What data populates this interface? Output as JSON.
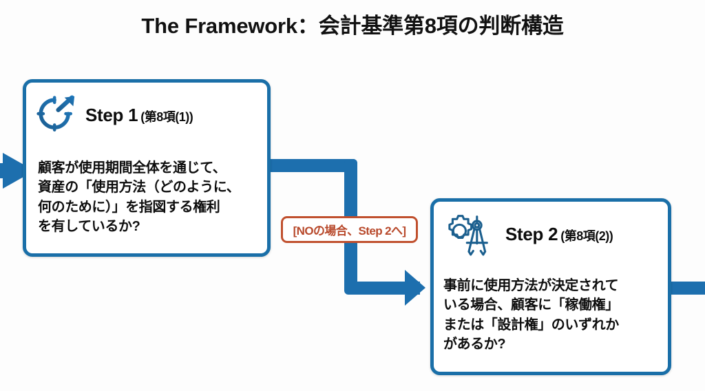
{
  "page": {
    "title": "The Framework：会計基準第8項の判断構造",
    "background_color": "#fdfdfd",
    "accent_blue": "#1a6fa8",
    "connector_blue": "#1d6fae",
    "label_rust": "#c0502e"
  },
  "steps": [
    {
      "id": "step1",
      "icon": "compass-arrow-icon",
      "title": "Step 1",
      "reference": "(第8項(1))",
      "body": "顧客が使用期間全体を通じて、\n資産の「使用方法（どのように、\n何のために）」を指図する権利\nを有しているか?"
    },
    {
      "id": "step2",
      "icon": "gear-drafting-compass-icon",
      "title": "Step 2",
      "reference": "(第8項(2))",
      "body": "事前に使用方法が決定されて\nいる場合、顧客に「稼働権」\nまたは「設計権」のいずれか\nがあるか?"
    }
  ],
  "connectors": {
    "entry_arrow": "incoming-arrow",
    "step1_to_step2_label": "[NOの場合、Step 2へ]",
    "step2_outgoing": "outgoing-connector"
  }
}
